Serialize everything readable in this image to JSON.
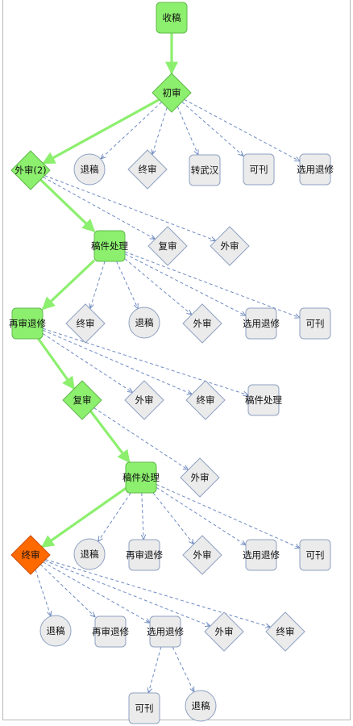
{
  "colors": {
    "active": "#8cef6e",
    "active_stroke": "#5fb84a",
    "current": "#ff6a00",
    "current_stroke": "#cc4a00",
    "inactive": "#ebebeb",
    "inactive_stroke": "#8fa1c2",
    "main_edge": "#8cef6e",
    "branch_edge": "#6f8bc2"
  },
  "nodes": [
    {
      "id": "n1",
      "label": "收稿",
      "shape": "rect",
      "state": "active"
    },
    {
      "id": "n2",
      "label": "初审",
      "shape": "diamond",
      "state": "active"
    },
    {
      "id": "n3",
      "label": "外审(2)",
      "shape": "diamond",
      "state": "active"
    },
    {
      "id": "n4",
      "label": "退稿",
      "shape": "circle",
      "state": "inactive"
    },
    {
      "id": "n5",
      "label": "终审",
      "shape": "diamond",
      "state": "inactive"
    },
    {
      "id": "n6",
      "label": "转武汉",
      "shape": "rect",
      "state": "inactive"
    },
    {
      "id": "n7",
      "label": "可刊",
      "shape": "rect",
      "state": "inactive"
    },
    {
      "id": "n8",
      "label": "选用退修",
      "shape": "rect",
      "state": "inactive"
    },
    {
      "id": "n9",
      "label": "稿件处理",
      "shape": "rect",
      "state": "active"
    },
    {
      "id": "n10",
      "label": "复审",
      "shape": "diamond",
      "state": "inactive"
    },
    {
      "id": "n11",
      "label": "外审",
      "shape": "diamond",
      "state": "inactive"
    },
    {
      "id": "n12",
      "label": "再审退修",
      "shape": "rect",
      "state": "active"
    },
    {
      "id": "n13",
      "label": "终审",
      "shape": "diamond",
      "state": "inactive"
    },
    {
      "id": "n14",
      "label": "退稿",
      "shape": "circle",
      "state": "inactive"
    },
    {
      "id": "n15",
      "label": "外审",
      "shape": "diamond",
      "state": "inactive"
    },
    {
      "id": "n16",
      "label": "选用退修",
      "shape": "rect",
      "state": "inactive"
    },
    {
      "id": "n17",
      "label": "可刊",
      "shape": "rect",
      "state": "inactive"
    },
    {
      "id": "n18",
      "label": "复审",
      "shape": "diamond",
      "state": "active"
    },
    {
      "id": "n19",
      "label": "外审",
      "shape": "diamond",
      "state": "inactive"
    },
    {
      "id": "n20",
      "label": "终审",
      "shape": "diamond",
      "state": "inactive"
    },
    {
      "id": "n21",
      "label": "稿件处理",
      "shape": "rect",
      "state": "inactive"
    },
    {
      "id": "n22",
      "label": "稿件处理",
      "shape": "rect",
      "state": "active"
    },
    {
      "id": "n23",
      "label": "外审",
      "shape": "diamond",
      "state": "inactive"
    },
    {
      "id": "n24",
      "label": "终审",
      "shape": "diamond",
      "state": "current"
    },
    {
      "id": "n25",
      "label": "退稿",
      "shape": "circle",
      "state": "inactive"
    },
    {
      "id": "n26",
      "label": "再审退修",
      "shape": "rect",
      "state": "inactive"
    },
    {
      "id": "n27",
      "label": "外审",
      "shape": "diamond",
      "state": "inactive"
    },
    {
      "id": "n28",
      "label": "选用退修",
      "shape": "rect",
      "state": "inactive"
    },
    {
      "id": "n29",
      "label": "可刊",
      "shape": "rect",
      "state": "inactive"
    },
    {
      "id": "n30",
      "label": "退稿",
      "shape": "circle",
      "state": "inactive"
    },
    {
      "id": "n31",
      "label": "再审退修",
      "shape": "rect",
      "state": "inactive"
    },
    {
      "id": "n32",
      "label": "选用退修",
      "shape": "rect",
      "state": "inactive"
    },
    {
      "id": "n33",
      "label": "外审",
      "shape": "diamond",
      "state": "inactive"
    },
    {
      "id": "n34",
      "label": "终审",
      "shape": "diamond",
      "state": "inactive"
    },
    {
      "id": "n35",
      "label": "可刊",
      "shape": "rect",
      "state": "inactive"
    },
    {
      "id": "n36",
      "label": "退稿",
      "shape": "circle",
      "state": "inactive"
    }
  ],
  "edges": [
    {
      "from": "n1",
      "to": "n2",
      "kind": "main"
    },
    {
      "from": "n2",
      "to": "n3",
      "kind": "main"
    },
    {
      "from": "n2",
      "to": "n4",
      "kind": "branch"
    },
    {
      "from": "n2",
      "to": "n5",
      "kind": "branch"
    },
    {
      "from": "n2",
      "to": "n6",
      "kind": "branch"
    },
    {
      "from": "n2",
      "to": "n7",
      "kind": "branch"
    },
    {
      "from": "n2",
      "to": "n8",
      "kind": "branch"
    },
    {
      "from": "n3",
      "to": "n9",
      "kind": "main"
    },
    {
      "from": "n3",
      "to": "n10",
      "kind": "branch"
    },
    {
      "from": "n3",
      "to": "n11",
      "kind": "branch"
    },
    {
      "from": "n9",
      "to": "n12",
      "kind": "main"
    },
    {
      "from": "n9",
      "to": "n13",
      "kind": "branch"
    },
    {
      "from": "n9",
      "to": "n14",
      "kind": "branch"
    },
    {
      "from": "n9",
      "to": "n15",
      "kind": "branch"
    },
    {
      "from": "n9",
      "to": "n16",
      "kind": "branch"
    },
    {
      "from": "n9",
      "to": "n17",
      "kind": "branch"
    },
    {
      "from": "n12",
      "to": "n18",
      "kind": "main"
    },
    {
      "from": "n12",
      "to": "n19",
      "kind": "branch"
    },
    {
      "from": "n12",
      "to": "n20",
      "kind": "branch"
    },
    {
      "from": "n12",
      "to": "n21",
      "kind": "branch"
    },
    {
      "from": "n18",
      "to": "n22",
      "kind": "main"
    },
    {
      "from": "n18",
      "to": "n23",
      "kind": "branch"
    },
    {
      "from": "n22",
      "to": "n24",
      "kind": "main"
    },
    {
      "from": "n22",
      "to": "n25",
      "kind": "branch"
    },
    {
      "from": "n22",
      "to": "n26",
      "kind": "branch"
    },
    {
      "from": "n22",
      "to": "n27",
      "kind": "branch"
    },
    {
      "from": "n22",
      "to": "n28",
      "kind": "branch"
    },
    {
      "from": "n22",
      "to": "n29",
      "kind": "branch"
    },
    {
      "from": "n24",
      "to": "n30",
      "kind": "branch"
    },
    {
      "from": "n24",
      "to": "n31",
      "kind": "branch"
    },
    {
      "from": "n24",
      "to": "n32",
      "kind": "branch"
    },
    {
      "from": "n24",
      "to": "n33",
      "kind": "branch"
    },
    {
      "from": "n24",
      "to": "n34",
      "kind": "branch"
    },
    {
      "from": "n32",
      "to": "n35",
      "kind": "branch"
    },
    {
      "from": "n32",
      "to": "n36",
      "kind": "branch"
    }
  ]
}
